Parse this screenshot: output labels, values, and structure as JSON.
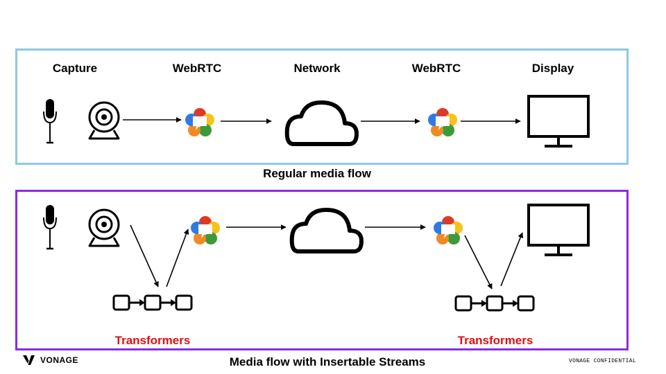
{
  "columns": [
    "Capture",
    "WebRTC",
    "Network",
    "WebRTC",
    "Display"
  ],
  "regular_flow": {
    "caption": "Regular media flow"
  },
  "insertable_flow": {
    "caption": "Media flow with Insertable Streams",
    "transformer_labels": [
      "Transformers",
      "Transformers"
    ]
  },
  "footer": {
    "brand": "VONAGE",
    "confidential": "VONAGE CONFIDENTIAL"
  },
  "colors": {
    "regular_border": "#8ec9e0",
    "insertable_border": "#8a2be2",
    "transformers_text": "#e01010",
    "webrtc_red": "#db3a26",
    "webrtc_yellow": "#f6c21c",
    "webrtc_green": "#3e9a38",
    "webrtc_blue": "#2e7ce0",
    "webrtc_orange": "#f08a24"
  },
  "icons": [
    "microphone-icon",
    "webcam-icon",
    "webrtc-logo-icon",
    "cloud-icon",
    "monitor-icon",
    "transformer-chain-icon",
    "vonage-logo-icon"
  ]
}
